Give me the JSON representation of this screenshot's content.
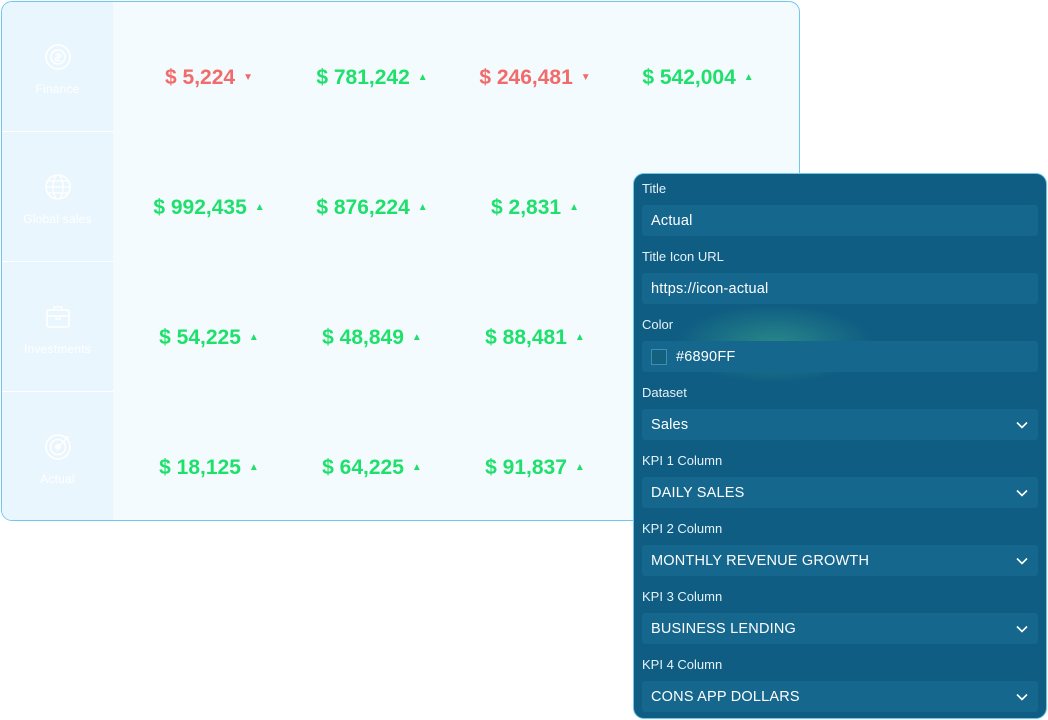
{
  "dashboard": {
    "rows": [
      {
        "name": "Finance",
        "icon": "target-coin-icon",
        "kpis": [
          {
            "label": "",
            "value": "$ 5,224",
            "trend": "down"
          },
          {
            "label": "",
            "value": "$ 781,242",
            "trend": "up"
          },
          {
            "label": "",
            "value": "$ 246,481",
            "trend": "down"
          },
          {
            "label": "",
            "value": "$ 542,004",
            "trend": "up"
          }
        ]
      },
      {
        "name": "Global sales",
        "icon": "globe-icon",
        "kpis": [
          {
            "label": "",
            "value": "$ 992,435",
            "trend": "up"
          },
          {
            "label": "",
            "value": "$ 876,224",
            "trend": "up"
          },
          {
            "label": "",
            "value": "$ 2,831",
            "trend": "up"
          }
        ]
      },
      {
        "name": "Investments",
        "icon": "briefcase-icon",
        "kpis": [
          {
            "label": "",
            "value": "$ 54,225",
            "trend": "up"
          },
          {
            "label": "",
            "value": "$ 48,849",
            "trend": "up"
          },
          {
            "label": "",
            "value": "$ 88,481",
            "trend": "up"
          }
        ]
      },
      {
        "name": "Actual",
        "icon": "target-icon",
        "kpis": [
          {
            "label": "",
            "value": "$ 18,125",
            "trend": "up"
          },
          {
            "label": "",
            "value": "$ 64,225",
            "trend": "up"
          },
          {
            "label": "",
            "value": "$ 91,837",
            "trend": "up"
          }
        ]
      }
    ],
    "up_color": "#1EE06A",
    "down_color": "#F26B6B"
  },
  "panel": {
    "fields": [
      {
        "label": "Title",
        "value": "Actual",
        "type": "text"
      },
      {
        "label": "Title Icon URL",
        "value": "https://icon-actual",
        "type": "text"
      },
      {
        "label": "Color",
        "value": "#6890FF",
        "type": "color"
      },
      {
        "label": "Dataset",
        "value": "Sales",
        "type": "select"
      },
      {
        "label": "KPI 1 Column",
        "value": "DAILY SALES",
        "type": "select"
      },
      {
        "label": "KPI 2 Column",
        "value": "MONTHLY REVENUE GROWTH",
        "type": "select"
      },
      {
        "label": "KPI 3 Column",
        "value": "BUSINESS LENDING",
        "type": "select"
      },
      {
        "label": "KPI 4 Column",
        "value": "CONS APP DOLLARS",
        "type": "select"
      }
    ],
    "background": "#0F5D83"
  }
}
